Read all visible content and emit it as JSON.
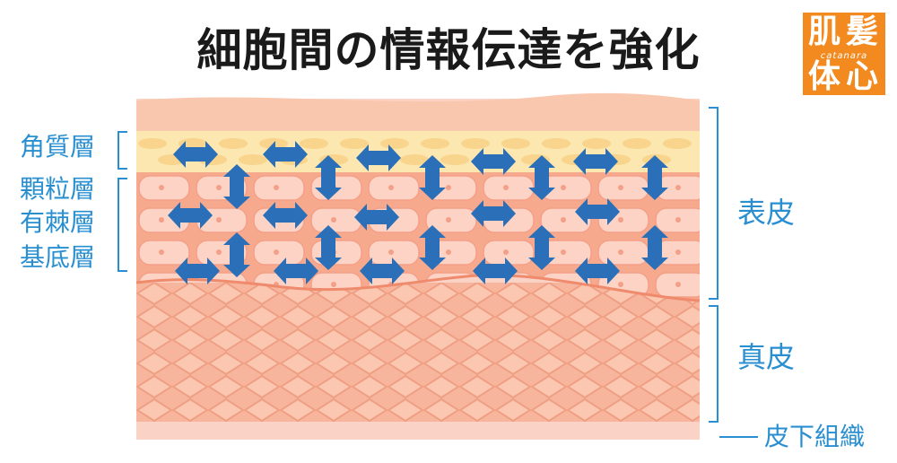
{
  "title": "細胞間の情報伝達を強化",
  "logo": {
    "tl": "肌",
    "tr": "髪",
    "sub": "catanara",
    "bl": "体",
    "br": "心",
    "color": "#f28a1f"
  },
  "layers_left": [
    "角質層",
    "顆粒層",
    "有棘層",
    "基底層"
  ],
  "layers_right": {
    "epidermis": "表皮",
    "dermis": "真皮",
    "subcutis": "皮下組織"
  },
  "colors": {
    "label": "#2a8fd0",
    "arrow": "#2a6fb8",
    "stratum_corneum": "#fde7b0",
    "epidermis": "#f8b29a",
    "dermis": "#f6b59c",
    "subcutis": "#fbd3c6"
  }
}
